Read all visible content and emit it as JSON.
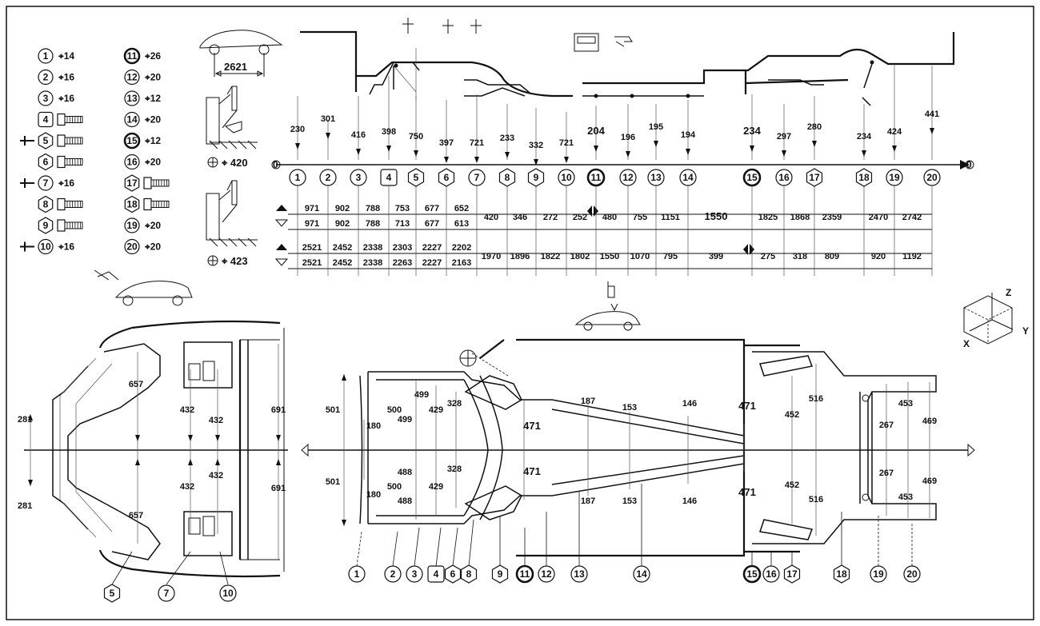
{
  "legend": [
    {
      "id": "1",
      "shape": "circle",
      "spec": "⌖14",
      "bolt": false,
      "arrow": false
    },
    {
      "id": "2",
      "shape": "circle",
      "spec": "⌖16",
      "bolt": false,
      "arrow": false
    },
    {
      "id": "3",
      "shape": "circle",
      "spec": "⌖16",
      "bolt": false,
      "arrow": false
    },
    {
      "id": "4",
      "shape": "square",
      "spec": "",
      "bolt": true,
      "arrow": false
    },
    {
      "id": "5",
      "shape": "hexagon",
      "spec": "",
      "bolt": true,
      "arrow": true
    },
    {
      "id": "6",
      "shape": "hexagon",
      "spec": "",
      "bolt": true,
      "arrow": false
    },
    {
      "id": "7",
      "shape": "circle",
      "spec": "⌖16",
      "bolt": false,
      "arrow": true
    },
    {
      "id": "8",
      "shape": "hexagon",
      "spec": "",
      "bolt": true,
      "arrow": false
    },
    {
      "id": "9",
      "shape": "hexagon",
      "spec": "",
      "bolt": true,
      "arrow": false
    },
    {
      "id": "10",
      "shape": "circle",
      "spec": "⌖16",
      "bolt": false,
      "arrow": true
    },
    {
      "id": "11",
      "shape": "circle-bold",
      "spec": "⌖26",
      "bolt": false,
      "arrow": false
    },
    {
      "id": "12",
      "shape": "circle",
      "spec": "⌖20",
      "bolt": false,
      "arrow": false
    },
    {
      "id": "13",
      "shape": "circle",
      "spec": "⌖12",
      "bolt": false,
      "arrow": false
    },
    {
      "id": "14",
      "shape": "circle",
      "spec": "⌖20",
      "bolt": false,
      "arrow": false
    },
    {
      "id": "15",
      "shape": "circle-bold",
      "spec": "⌖12",
      "bolt": false,
      "arrow": false
    },
    {
      "id": "16",
      "shape": "circle",
      "spec": "⌖20",
      "bolt": false,
      "arrow": false
    },
    {
      "id": "17",
      "shape": "hexagon",
      "spec": "",
      "bolt": true,
      "arrow": false
    },
    {
      "id": "18",
      "shape": "hexagon",
      "spec": "",
      "bolt": true,
      "arrow": false
    },
    {
      "id": "19",
      "shape": "circle",
      "spec": "⌖20",
      "bolt": false,
      "arrow": false
    },
    {
      "id": "20",
      "shape": "circle",
      "spec": "⌖20",
      "bolt": false,
      "arrow": false
    }
  ],
  "wheelbase": "2621",
  "lift_points": [
    "⌖ 420",
    "⌖ 423"
  ],
  "datum": {
    "start_label": "0",
    "end_label": "0",
    "points": [
      {
        "id": "1",
        "shape": "circle"
      },
      {
        "id": "2",
        "shape": "circle"
      },
      {
        "id": "3",
        "shape": "circle"
      },
      {
        "id": "4",
        "shape": "square"
      },
      {
        "id": "5",
        "shape": "hexagon"
      },
      {
        "id": "6",
        "shape": "hexagon"
      },
      {
        "id": "7",
        "shape": "circle"
      },
      {
        "id": "8",
        "shape": "hexagon"
      },
      {
        "id": "9",
        "shape": "hexagon"
      },
      {
        "id": "10",
        "shape": "circle"
      },
      {
        "id": "11",
        "shape": "circle-bold"
      },
      {
        "id": "12",
        "shape": "circle"
      },
      {
        "id": "13",
        "shape": "circle"
      },
      {
        "id": "14",
        "shape": "circle"
      },
      {
        "id": "15",
        "shape": "circle-bold"
      },
      {
        "id": "16",
        "shape": "circle"
      },
      {
        "id": "17",
        "shape": "hexagon"
      },
      {
        "id": "18",
        "shape": "hexagon"
      },
      {
        "id": "19",
        "shape": "circle"
      },
      {
        "id": "20",
        "shape": "circle"
      }
    ]
  },
  "heights": [
    "230",
    "301",
    "416",
    "398",
    "750",
    "397",
    "721",
    "233",
    "332",
    "721",
    "204",
    "196",
    "195",
    "194",
    "234",
    "297",
    "280",
    "234",
    "424",
    "441"
  ],
  "x_dims": {
    "row1": [
      "971",
      "902",
      "788",
      "753",
      "677",
      "652",
      "420",
      "346",
      "272",
      "252",
      "480",
      "755",
      "1151",
      "1550",
      "1825",
      "1868",
      "2359",
      "2470",
      "2742"
    ],
    "row2": [
      "971",
      "902",
      "788",
      "713",
      "677",
      "613"
    ],
    "row3": [
      "2521",
      "2452",
      "2338",
      "2303",
      "2227",
      "2202",
      "1970",
      "1896",
      "1822",
      "1802",
      "1550",
      "1070",
      "795",
      "399",
      "275",
      "318",
      "809",
      "920",
      "1192"
    ],
    "row4": [
      "2521",
      "2452",
      "2338",
      "2263",
      "2227",
      "2163"
    ]
  },
  "front_view": {
    "dims": [
      "281",
      "281",
      "657",
      "657",
      "432",
      "432",
      "432",
      "432",
      "691",
      "691"
    ],
    "markers": [
      "5",
      "7",
      "10"
    ]
  },
  "plan_view": {
    "dims": [
      "501",
      "501",
      "180",
      "180",
      "500",
      "500",
      "499",
      "499",
      "488",
      "488",
      "429",
      "429",
      "328",
      "328",
      "471",
      "471",
      "187",
      "187",
      "153",
      "153",
      "146",
      "146",
      "471",
      "471",
      "452",
      "452",
      "516",
      "516",
      "267",
      "267",
      "453",
      "453",
      "469",
      "469"
    ],
    "markers": [
      "1",
      "2",
      "3",
      "4",
      "6",
      "8",
      "9",
      "11",
      "12",
      "13",
      "14",
      "15",
      "16",
      "17",
      "18",
      "19",
      "20"
    ]
  },
  "axes": [
    "X",
    "Y",
    "Z"
  ]
}
